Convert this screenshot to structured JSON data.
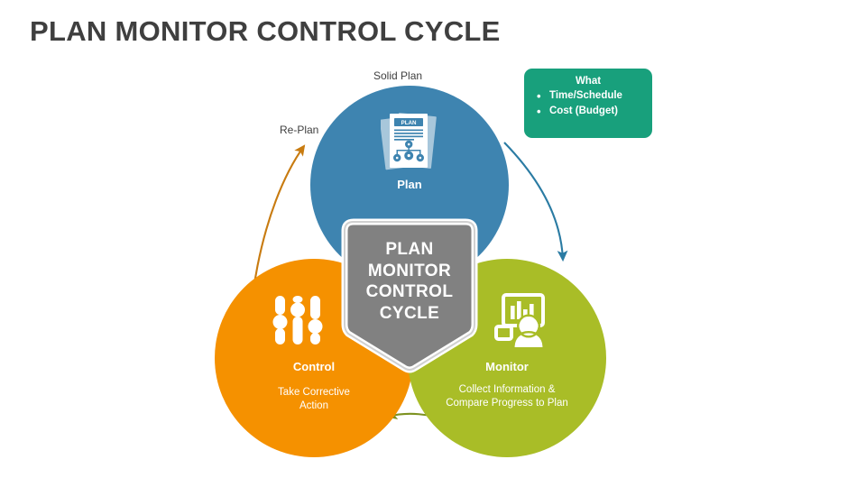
{
  "page": {
    "title": "PLAN MONITOR CONTROL CYCLE",
    "background_color": "#ffffff",
    "title_color": "#3f3f3f"
  },
  "center": {
    "text": "PLAN\nMONITOR\nCONTROL\nCYCLE",
    "lines": [
      "PLAN",
      "MONITOR",
      "CONTROL",
      "CYCLE"
    ],
    "shape": "shield-pentagon",
    "color": "#818181"
  },
  "what_box": {
    "title": "What",
    "color": "#18a07c",
    "bullet_glyph": "•",
    "items": [
      {
        "bullet": "•",
        "label": "Time/Schedule"
      },
      {
        "bullet": "•",
        "label": "Cost (Budget)"
      }
    ]
  },
  "circles": {
    "plan": {
      "label": "Plan",
      "sublabel": "",
      "color": "#3e84b0",
      "icon": "plan-document-icon"
    },
    "control": {
      "label": "Control",
      "sublabel": "Take Corrective\nAction",
      "sublabel_lines": [
        "Take Corrective",
        "Action"
      ],
      "color": "#f59100",
      "icon": "sliders-icon"
    },
    "monitor": {
      "label": "Monitor",
      "sublabel": "Collect Information &\nCompare Progress to Plan",
      "sublabel_lines": [
        "Collect Information &",
        "Compare Progress to Plan"
      ],
      "color": "#a9bd27",
      "icon": "dashboard-person-icon"
    }
  },
  "flow": {
    "solid_plan_label": "Solid Plan",
    "replan_label": "Re-Plan",
    "arrows": [
      {
        "name": "plan-to-monitor-arrow",
        "color": "#2a7ba3"
      },
      {
        "name": "monitor-to-control-arrow",
        "color": "#7d9221"
      },
      {
        "name": "control-to-plan-arrow",
        "color": "#c87b10"
      }
    ]
  }
}
